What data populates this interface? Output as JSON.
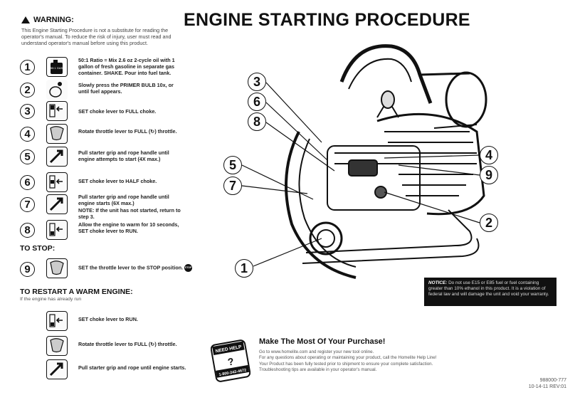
{
  "warning": {
    "title": "WARNING:",
    "body": "This Engine Starting Procedure is not a substitute for reading the operator's manual. To reduce the risk of injury, user must read and understand operator's manual before using this product."
  },
  "title": "ENGINE STARTING PROCEDURE",
  "steps": [
    {
      "num": "1",
      "icon": "fuel-mix-icon",
      "icon_text": "50:1 GAS",
      "text": "50:1 Ratio = Mix 2.6 oz 2-cycle oil with 1 gallon of fresh gasoline in separate gas container. SHAKE. Pour into fuel tank."
    },
    {
      "num": "2",
      "icon": "primer-bulb-icon",
      "text": "Slowly press the PRIMER BULB 10x, or until fuel appears."
    },
    {
      "num": "3",
      "icon": "choke-full-icon",
      "text": "SET choke lever to FULL choke."
    },
    {
      "num": "4",
      "icon": "throttle-full-icon",
      "text": "Rotate throttle lever to FULL (↻) throttle."
    },
    {
      "num": "5",
      "icon": "pull-starter-icon",
      "text": "Pull starter grip and rope handle until engine attempts to start (4X max.)"
    },
    {
      "num": "6",
      "icon": "choke-half-icon",
      "text": "SET choke lever to HALF choke."
    },
    {
      "num": "7",
      "icon": "pull-starter-icon",
      "text": "Pull starter grip and rope handle until engine starts (6X max.)",
      "note": "NOTE: If the unit has not started, return to step 3."
    },
    {
      "num": "8",
      "icon": "choke-run-icon",
      "text": "Allow the engine to warm for 10 seconds, SET choke lever to RUN."
    }
  ],
  "to_stop": {
    "heading": "TO STOP:",
    "step": {
      "num": "9",
      "icon": "throttle-stop-icon",
      "text": "SET the throttle lever to the STOP position.",
      "badge": "STOP"
    }
  },
  "restart": {
    "heading": "TO RESTART A WARM ENGINE:",
    "subheading": "If the engine has already run",
    "steps": [
      {
        "icon": "choke-run-icon",
        "text": "SET choke lever to RUN."
      },
      {
        "icon": "throttle-full-icon",
        "text": "Rotate throttle lever to FULL (↻) throttle."
      },
      {
        "icon": "pull-starter-icon",
        "text": "Pull starter grip and rope until engine starts."
      }
    ]
  },
  "callouts": [
    "3",
    "6",
    "8",
    "4",
    "9",
    "5",
    "7",
    "2",
    "1"
  ],
  "notice": {
    "label": "NOTICE:",
    "text": "Do not use E15 or E85 fuel or fuel containing greater than 10% ethanol in this product. It is a violation of federal law and will damage the unit and void your warranty."
  },
  "promo": {
    "title": "Make The Most Of Your Purchase!",
    "line1": "Go to www.homelite.com and register your new tool online.",
    "line2": "For any questions about operating or maintaining your product, call the Homelite Help Line!",
    "line3": "Your Product has been fully tested prior to shipment to ensure your complete satisfaction.",
    "line4": "Troubleshooting tips are available in your operator's manual.",
    "help_badge_top": "NEED HELP",
    "help_badge_phone": "1-800-242-4672"
  },
  "codes": {
    "part": "988000-777",
    "rev": "10-14-11 REV:01"
  }
}
